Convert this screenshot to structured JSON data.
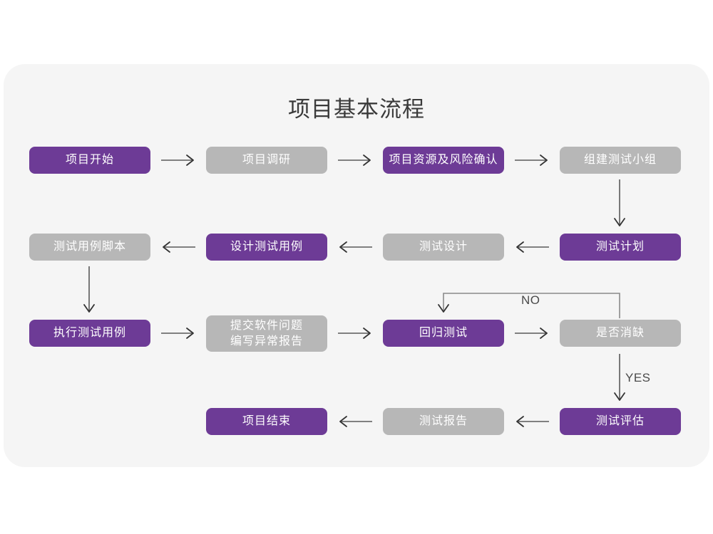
{
  "page": {
    "background_color": "#FFFFFF",
    "panel_color": "#F5F5F5"
  },
  "diagram": {
    "title": "项目基本流程",
    "colors": {
      "purple": "#6D3B96",
      "gray": "#B7B7B7",
      "arrow": "#595959",
      "text_on_node": "#FFFFFF",
      "title_text": "#3A3A3A"
    },
    "nodes": [
      {
        "id": "n1",
        "label": "项目开始",
        "style": "purple"
      },
      {
        "id": "n2",
        "label": "项目调研",
        "style": "gray"
      },
      {
        "id": "n3",
        "label": "项目资源及风险确认",
        "style": "purple"
      },
      {
        "id": "n4",
        "label": "组建测试小组",
        "style": "gray"
      },
      {
        "id": "n5",
        "label": "测试计划",
        "style": "purple"
      },
      {
        "id": "n6",
        "label": "测试设计",
        "style": "gray"
      },
      {
        "id": "n7",
        "label": "设计测试用例",
        "style": "purple"
      },
      {
        "id": "n8",
        "label": "测试用例脚本",
        "style": "gray"
      },
      {
        "id": "n9",
        "label": "执行测试用例",
        "style": "purple"
      },
      {
        "id": "n10",
        "label": "提交软件问题\n编写异常报告",
        "style": "gray"
      },
      {
        "id": "n11",
        "label": "回归测试",
        "style": "purple"
      },
      {
        "id": "n12",
        "label": "是否消缺",
        "style": "gray"
      },
      {
        "id": "n13",
        "label": "测试评估",
        "style": "purple"
      },
      {
        "id": "n14",
        "label": "测试报告",
        "style": "gray"
      },
      {
        "id": "n15",
        "label": "项目结束",
        "style": "purple"
      }
    ],
    "edge_labels": {
      "no": "NO",
      "yes": "YES"
    }
  }
}
